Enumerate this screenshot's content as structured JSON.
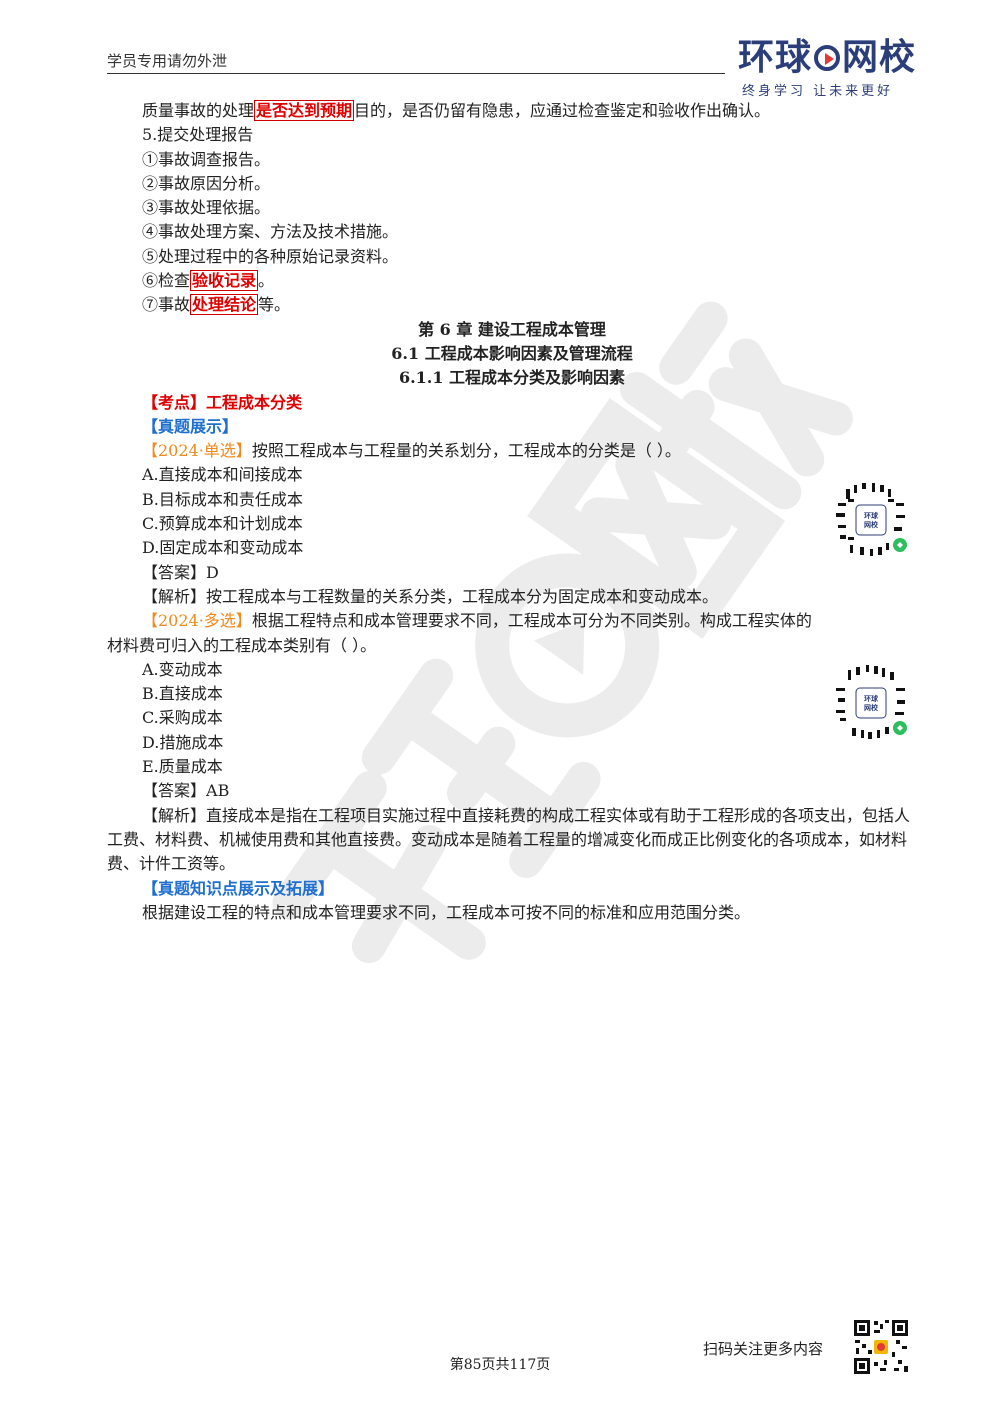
{
  "header": {
    "notice": "学员专用请勿外泄",
    "logo_text_left": "环球",
    "logo_text_right": "网校",
    "logo_slogan": "终身学习 让未来更好"
  },
  "watermark": {
    "text": "环球网校"
  },
  "content": {
    "line1_pre": "质量事故的处理",
    "line1_box": "是否达到预期",
    "line1_post": "目的，是否仍留有隐患，应通过检查鉴定和验收作出确认。",
    "line2": "5.提交处理报告",
    "items": [
      "①事故调查报告。",
      "②事故原因分析。",
      "③事故处理依据。",
      "④事故处理方案、方法及技术措施。",
      "⑤处理过程中的各种原始记录资料。"
    ],
    "item6_pre": "⑥检查",
    "item6_box": "验收记录",
    "item6_post": "。",
    "item7_pre": "⑦事故",
    "item7_box": "处理结论",
    "item7_post": "等。",
    "chapter_title": "第 6 章  建设工程成本管理",
    "section_title": "6.1 工程成本影响因素及管理流程",
    "subsection_title": "6.1.1 工程成本分类及影响因素",
    "kaodian": "【考点】工程成本分类",
    "zhenti_title": "【真题展示】",
    "q1_tag": "【2024·单选】",
    "q1_text": "按照工程成本与工程量的关系划分，工程成本的分类是（   ）。",
    "q1_options": [
      "A.直接成本和间接成本",
      "B.目标成本和责任成本",
      "C.预算成本和计划成本",
      "D.固定成本和变动成本"
    ],
    "q1_answer_label": "【答案】",
    "q1_answer": "D",
    "q1_analysis": "【解析】按工程成本与工程数量的关系分类，工程成本分为固定成本和变动成本。",
    "q2_tag": "【2024·多选】",
    "q2_text_1": "根据工程特点和成本管理要求不同，工程成本可分为不同类别。构成工程实体的",
    "q2_text_2": "材料费可归入的工程成本类别有（   ）。",
    "q2_options": [
      "A.变动成本",
      "B.直接成本",
      "C.采购成本",
      "D.措施成本",
      "E.质量成本"
    ],
    "q2_answer_label": "【答案】",
    "q2_answer": "AB",
    "q2_analysis": "【解析】直接成本是指在工程项目实施过程中直接耗费的构成工程实体或有助于工程形成的各项支出，包括人工费、材料费、机械使用费和其他直接费。变动成本是随着工程量的增减变化而成正比例变化的各项成本，如材料费、计件工资等。",
    "knowledge_title": "【真题知识点展示及拓展】",
    "knowledge_text": "根据建设工程的特点和成本管理要求不同，工程成本可按不同的标准和应用范围分类。"
  },
  "qr_badge": "环球网校",
  "footer": {
    "scan_text": "扫码关注更多内容",
    "page_number": "第85页共117页"
  },
  "colors": {
    "highlight_red": "#e00000",
    "heading_blue": "#1f6fd1",
    "tag_orange": "#f08a1c",
    "logo_blue": "#2c3e7a"
  }
}
